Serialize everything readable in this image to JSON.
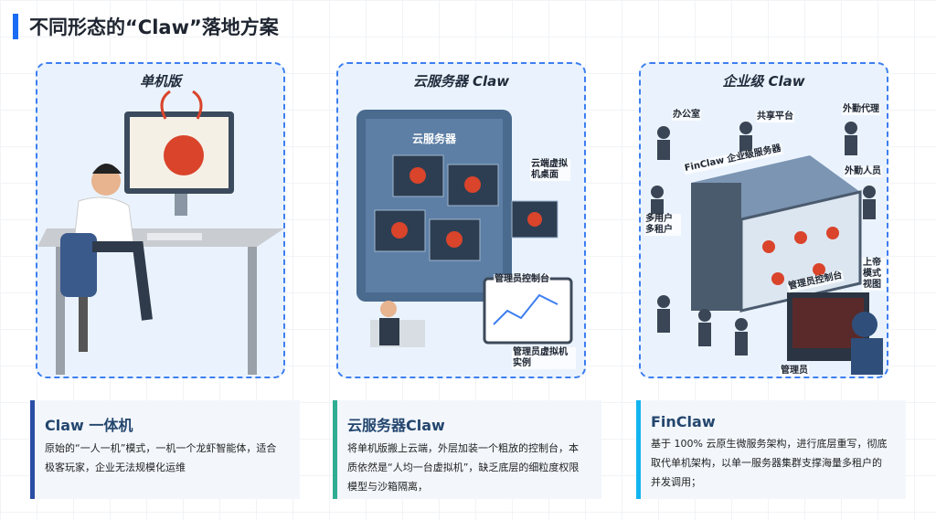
{
  "page_title": "不同形态的“Claw”落地方案",
  "panels": [
    {
      "title": "单机版",
      "labels": []
    },
    {
      "title": "云服务器 Claw",
      "labels": [
        "云服务器",
        "云端虚拟机桌面",
        "管理员控制台",
        "管理员虚拟机实例"
      ]
    },
    {
      "title": "企业级 Claw",
      "labels": [
        "办公室",
        "共享平台",
        "外勤代理",
        "FinClaw 企业级服务器",
        "外勤人员",
        "多用户多租户",
        "上帝模式视图",
        "管理员控制台",
        "管理员"
      ]
    }
  ],
  "cards": [
    {
      "title": "Claw 一体机",
      "desc": "原始的“一人一机”模式，一机一个龙虾智能体，适合极客玩家，企业无法规模化运维",
      "accent": "#2a4ea6"
    },
    {
      "title": "云服务器Claw",
      "desc": "将单机版搬上云端，外层加装一个粗放的控制台，本质依然是“人均一台虚拟机”，缺乏底层的细粒度权限模型与沙箱隔离，",
      "accent": "#2fae94"
    },
    {
      "title": "FinClaw",
      "desc": "基于 100% 云原生微服务架构，进行底层重写，彻底取代单机架构，以单一服务器集群支撑海量多租户的并发调用；",
      "accent": "#12b4f0"
    }
  ]
}
